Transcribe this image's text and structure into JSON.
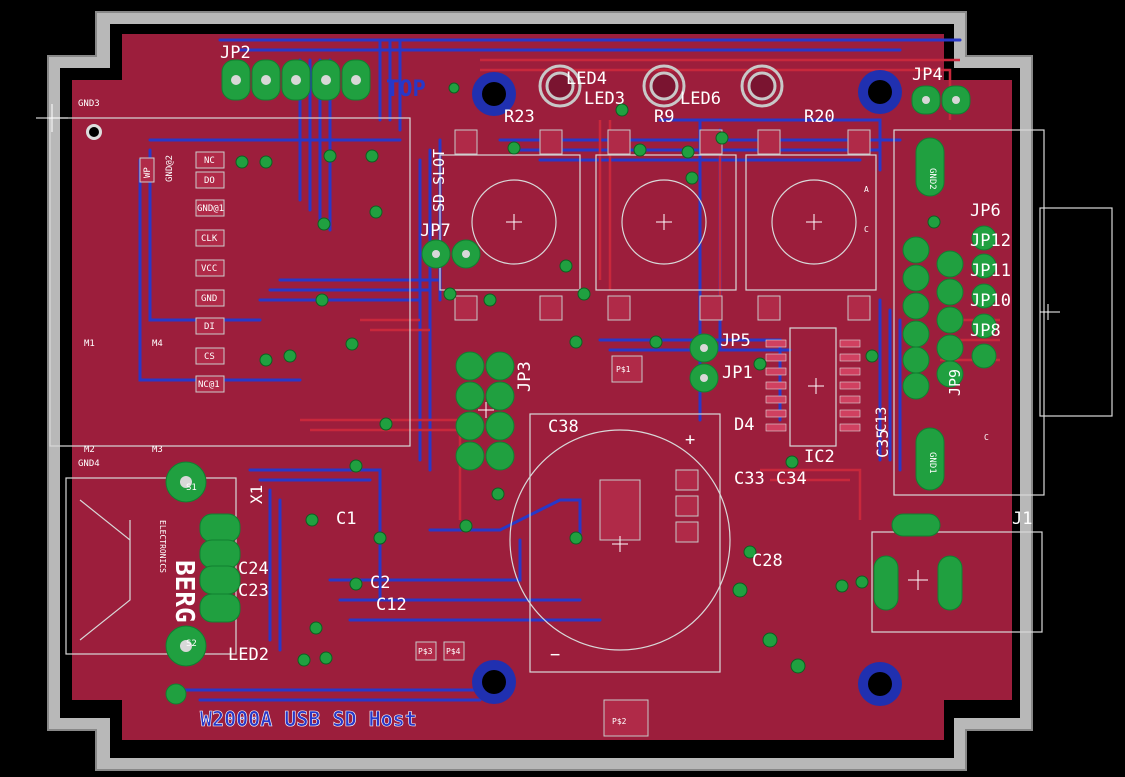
{
  "colors": {
    "background": "#000000",
    "outline": "#9a9a9a",
    "outline_inner": "#cfcfcf",
    "copper_top": "#9c1e3c",
    "copper_top_dark": "#7a1430",
    "trace_top": "#c8283c",
    "trace_bottom": "#2838c8",
    "pad_green": "#20a040",
    "pad_hole": "#d8d8d8",
    "mount_blue": "#2030b0",
    "silk": "#d8d8d8",
    "label_white": "#ffffff"
  },
  "board_title": "W2000A USB SD Host",
  "layer_text": "TOP",
  "labels": {
    "jp2": "JP2",
    "jp3": "JP3",
    "jp4": "JP4",
    "jp5": "JP5",
    "jp6": "JP6",
    "jp7": "JP7",
    "jp8": "JP8",
    "jp9": "JP9",
    "jp10": "JP10",
    "jp11": "JP11",
    "jp12": "JP12",
    "jp1": "JP1",
    "j1": "J1",
    "led2": "LED2",
    "led3": "LED3",
    "led4": "LED4",
    "led6": "LED6",
    "r20": "R20",
    "r23": "R23",
    "r9": "R9",
    "c1": "C1",
    "c2": "C2",
    "c12": "C12",
    "c13": "C13",
    "c23": "C23",
    "c24": "C24",
    "c28": "C28",
    "c33": "C33",
    "c34": "C34",
    "c35": "C35",
    "c38": "C38",
    "ic2": "IC2",
    "d4": "D4",
    "x1": "X1",
    "sd_slot": "SD SLOT",
    "gnd1": "GND1",
    "gnd2": "GND2",
    "gnd3": "GND3",
    "gnd4": "GND4",
    "gnd_at1": "GND@1",
    "gnd_at2": "GND@2",
    "nc": "NC",
    "nc_at1": "NC@1",
    "do": "DO",
    "di": "DI",
    "cs": "CS",
    "clk": "CLK",
    "vcc": "VCC",
    "gnd": "GND",
    "wp": "WP",
    "m1": "M1",
    "m2": "M2",
    "m3": "M3",
    "m4": "M4",
    "s1": "S1",
    "s2": "S2",
    "berg": "BERG",
    "electronics": "ELECTRONICS",
    "ps": "P$1",
    "ps2": "P$2",
    "ps3": "P$3",
    "ps4": "P$4",
    "a": "A",
    "c": "C",
    "minus": "−",
    "plus": "+"
  }
}
